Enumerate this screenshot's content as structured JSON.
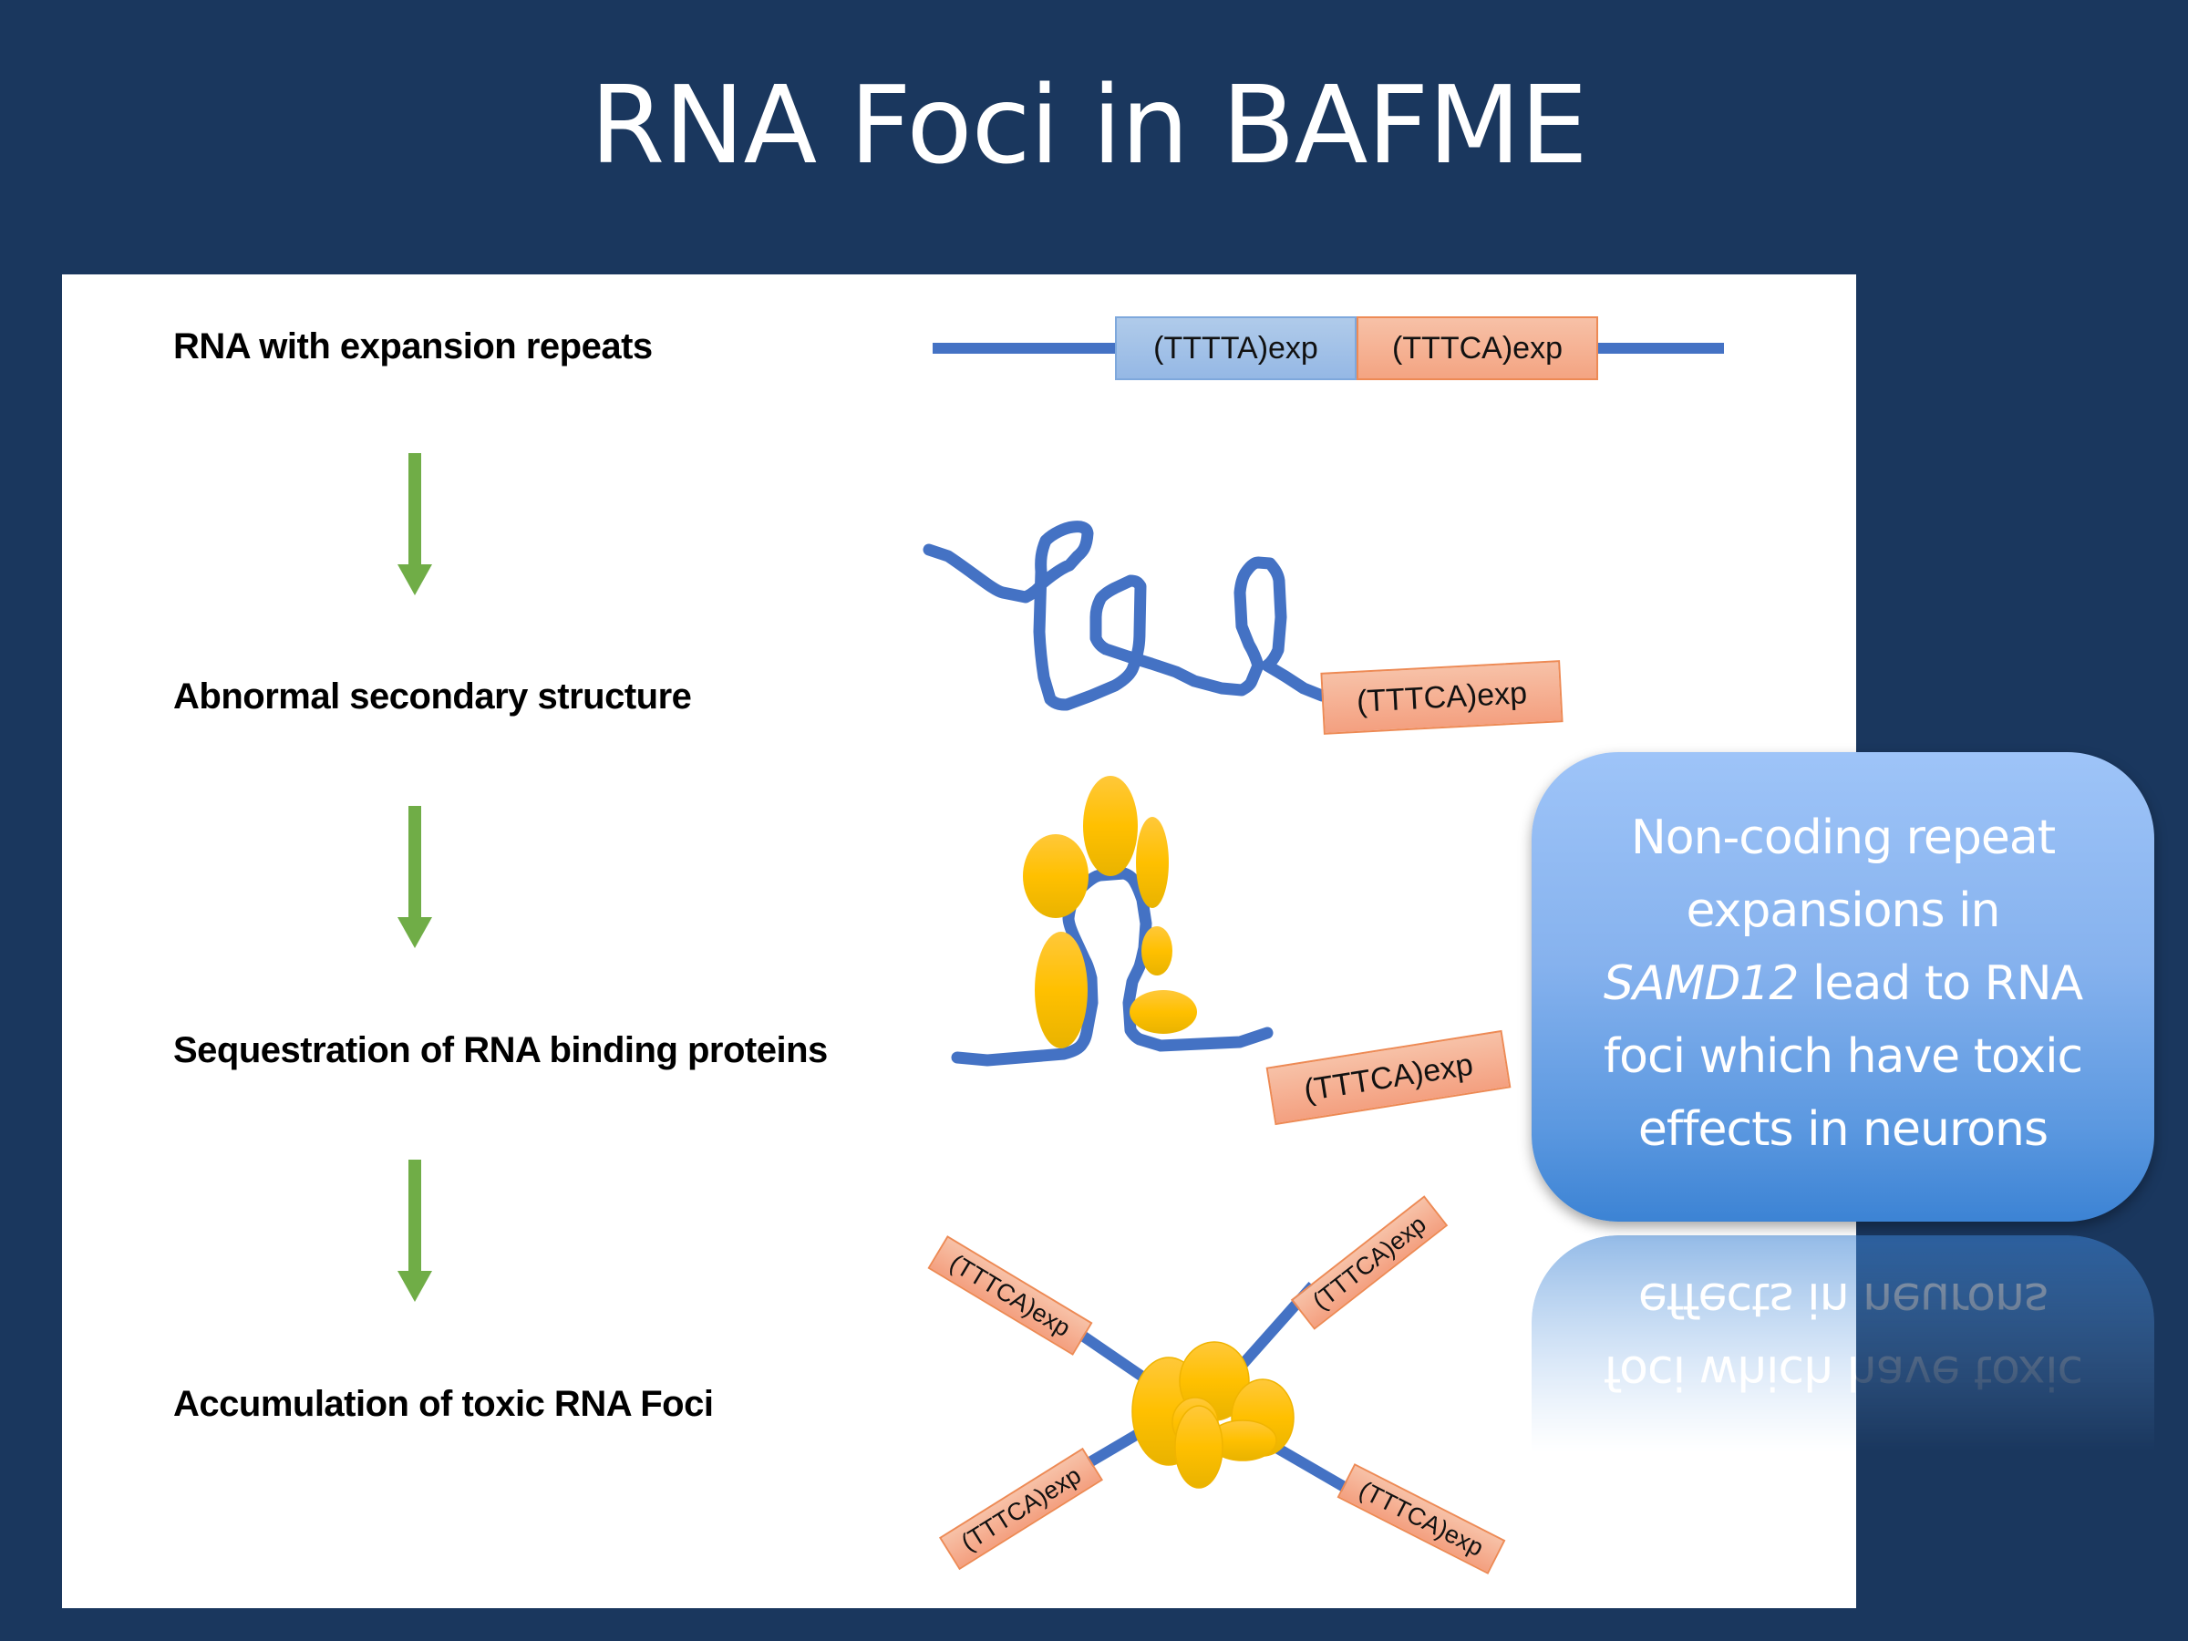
{
  "slide": {
    "title": "RNA Foci in BAFME",
    "background_color": "#1a375e"
  },
  "steps": [
    {
      "label": "RNA with expansion repeats"
    },
    {
      "label": "Abnormal secondary structure"
    },
    {
      "label": "Sequestration of RNA binding proteins"
    },
    {
      "label": "Accumulation of toxic RNA Foci"
    }
  ],
  "arrows": [
    {
      "from": "RNA with expansion repeats",
      "to": "Abnormal secondary structure"
    },
    {
      "from": "Abnormal secondary structure",
      "to": "Sequestration of RNA binding proteins"
    },
    {
      "from": "Sequestration of RNA binding proteins",
      "to": "Accumulation of toxic RNA Foci"
    }
  ],
  "illustrations": {
    "linear_rna": {
      "segment_a": "(TTTTA)exp",
      "segment_b": "(TTTCA)exp"
    },
    "secondary_structure": {
      "tag": "(TTTCA)exp"
    },
    "sequestration": {
      "tag": "(TTTCA)exp",
      "protein_count": 6
    },
    "foci": {
      "tags": [
        "(TTTCA)exp",
        "(TTTCA)exp",
        "(TTTCA)exp",
        "(TTTCA)exp"
      ],
      "protein_count": 6
    }
  },
  "callout": {
    "line1": "Non-coding repeat",
    "line2": "expansions in",
    "gene": "SAMD12",
    "line3_rest": " lead to RNA",
    "line4": "foci which have toxic",
    "line5": "effects in neurons"
  },
  "colors": {
    "rna_strand": "#4472c4",
    "arrow": "#70ad47",
    "protein": "#ffc000",
    "repeat_a": "#9dc3e6",
    "repeat_b": "#f4b183",
    "callout_top": "#9ec4f8",
    "callout_bottom": "#3c83d4"
  }
}
